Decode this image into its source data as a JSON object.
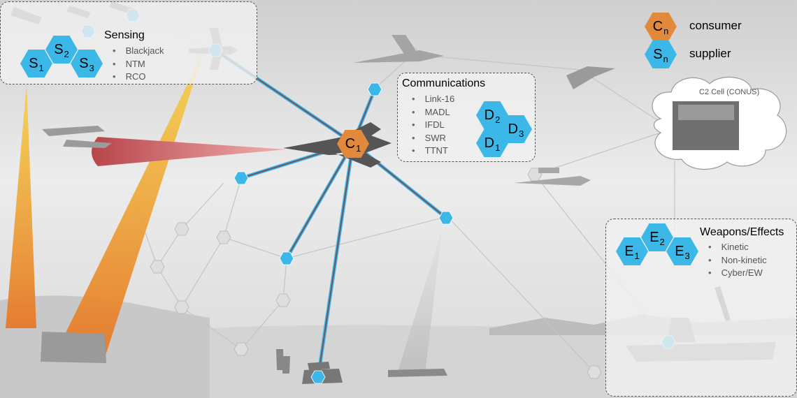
{
  "legend": {
    "consumer": {
      "letter": "C",
      "sub": "n",
      "label": "consumer"
    },
    "supplier": {
      "letter": "S",
      "sub": "n",
      "label": "supplier"
    }
  },
  "sensing": {
    "title": "Sensing",
    "items": [
      "Blackjack",
      "NTM",
      "RCO"
    ],
    "nodes": [
      {
        "letter": "S",
        "sub": "1"
      },
      {
        "letter": "S",
        "sub": "2"
      },
      {
        "letter": "S",
        "sub": "3"
      }
    ]
  },
  "communications": {
    "title": "Communications",
    "items": [
      "Link-16",
      "MADL",
      "IFDL",
      "SWR",
      "TTNT"
    ],
    "nodes": [
      {
        "letter": "D",
        "sub": "2"
      },
      {
        "letter": "D",
        "sub": "3"
      },
      {
        "letter": "D",
        "sub": "1"
      }
    ]
  },
  "weapons": {
    "title": "Weapons/Effects",
    "items": [
      "Kinetic",
      "Non-kinetic",
      "Cyber/EW"
    ],
    "nodes": [
      {
        "letter": "E",
        "sub": "2"
      },
      {
        "letter": "E",
        "sub": "1"
      },
      {
        "letter": "E",
        "sub": "3"
      }
    ]
  },
  "c2": {
    "label": "C2 Cell (CONUS)"
  },
  "consumer_node": {
    "letter": "C",
    "sub": "1"
  },
  "colors": {
    "supplier": "#3cb8e8",
    "consumer": "#e2893b",
    "link": "#6f5560"
  }
}
